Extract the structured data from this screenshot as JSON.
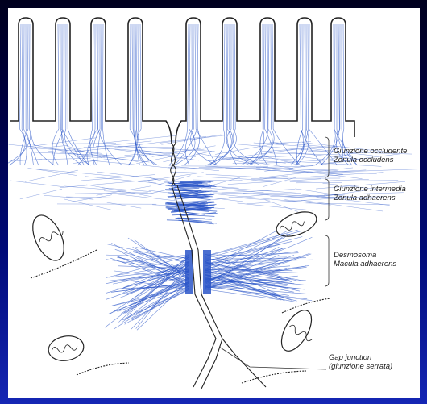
{
  "diagram": {
    "colors": {
      "background": "#00003c",
      "figure": "#ffffff",
      "filament": "#2a55c8",
      "ink": "#222222"
    },
    "labels": {
      "tight_junction": {
        "line1": "Giunzione occludente",
        "line2": "Zonula occludens"
      },
      "intermediate_junction": {
        "line1": "Giunzione intermedia",
        "line2": "Zonula adhaerens"
      },
      "desmosome": {
        "line1": "Desmosoma",
        "line2": "Macula adhaerens"
      },
      "gap_junction": {
        "line1": "Gap junction",
        "line2": "(giunzione serrata)"
      }
    }
  }
}
